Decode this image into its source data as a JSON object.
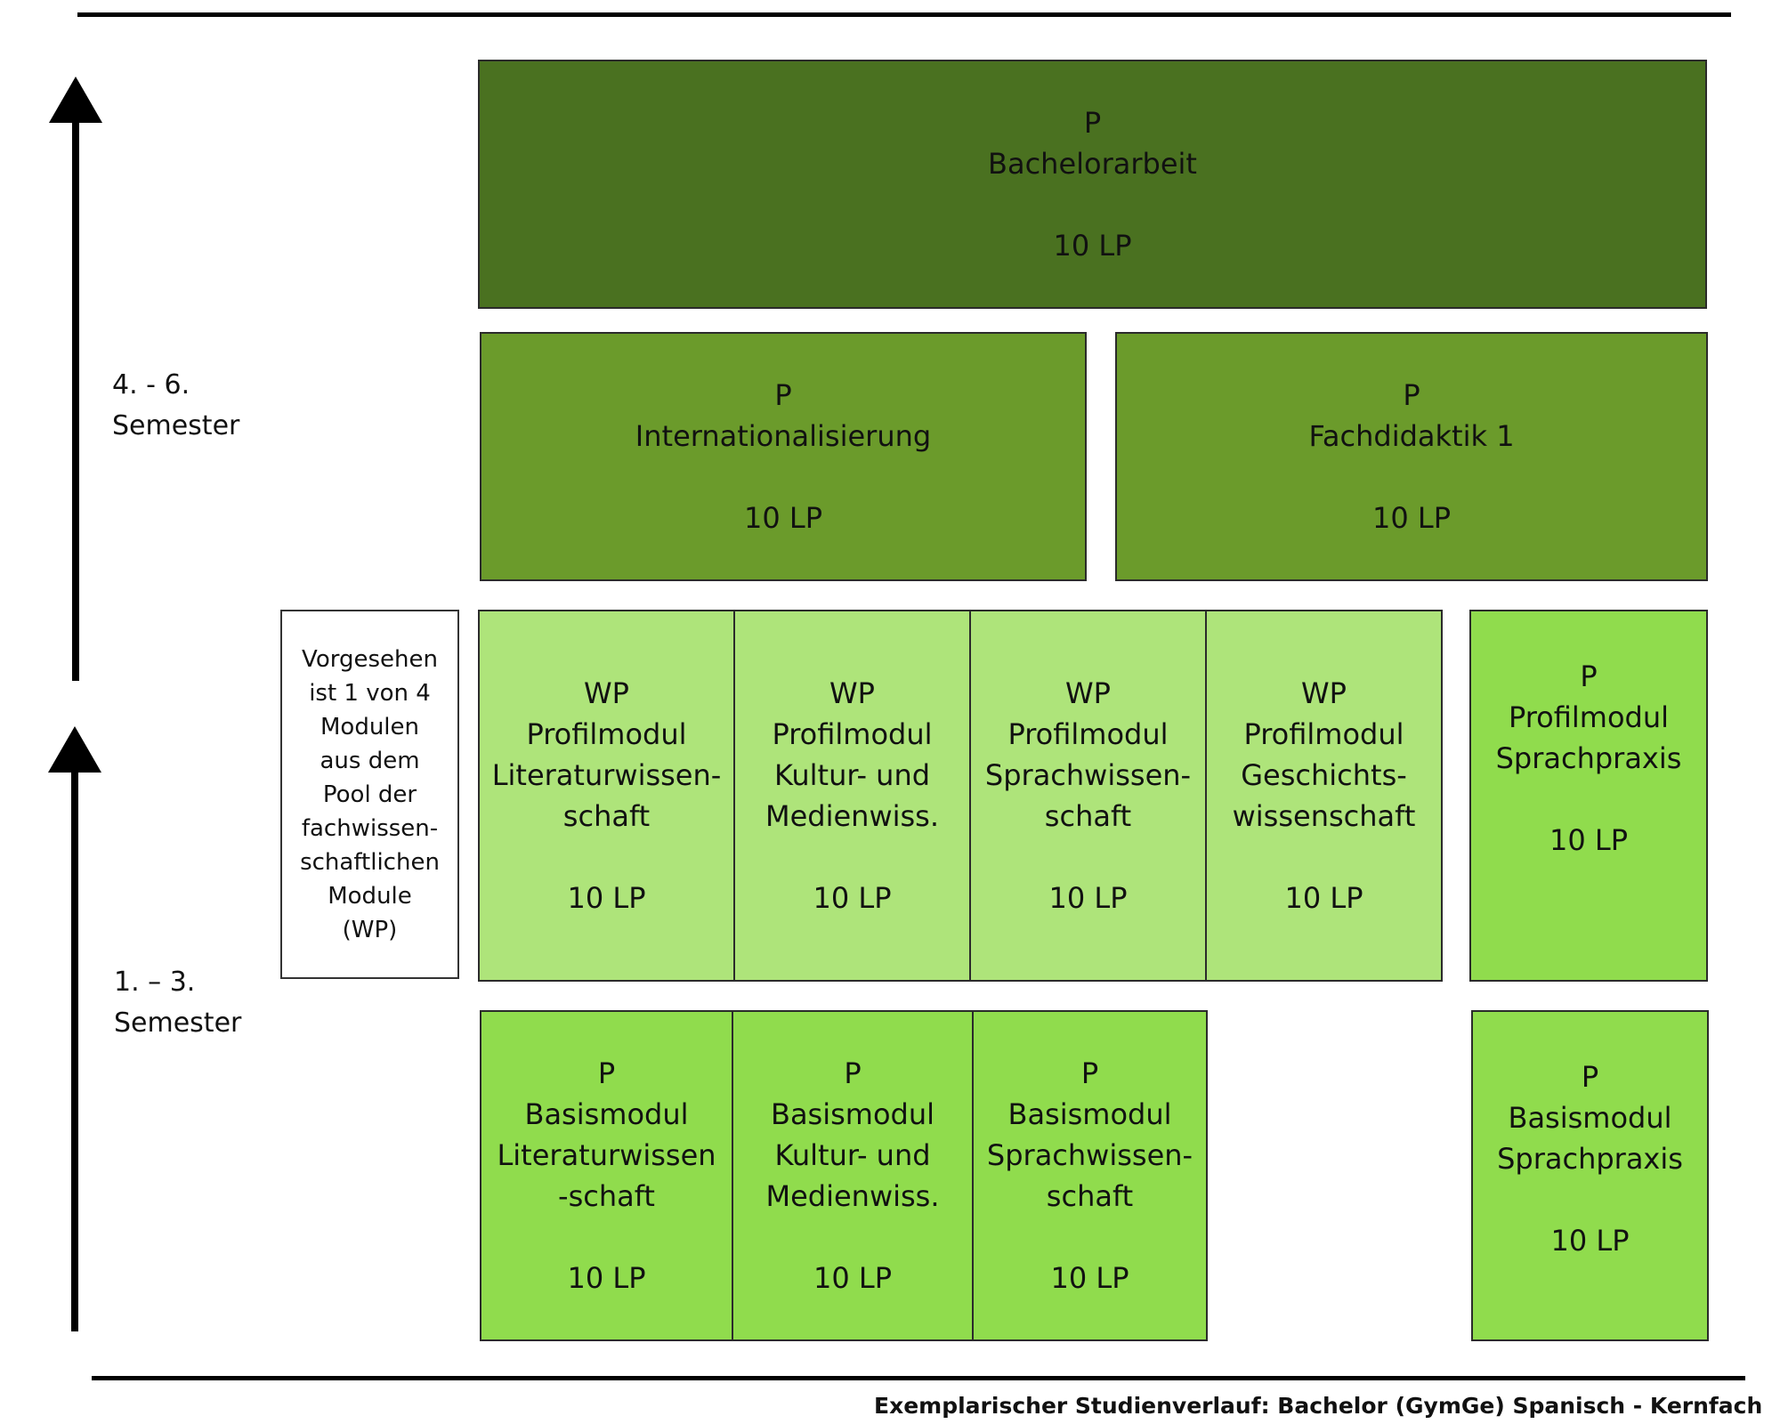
{
  "semester_labels": {
    "upper": [
      "4. - 6.",
      "Semester"
    ],
    "lower": [
      "1. – 3.",
      "Semester"
    ]
  },
  "modules": {
    "bachelorarbeit": {
      "type": "P",
      "name": [
        "Bachelorarbeit"
      ],
      "lp": "10 LP"
    },
    "internationalisierung": {
      "type": "P",
      "name": [
        "Internationalisierung"
      ],
      "lp": "10 LP"
    },
    "fachdidaktik1": {
      "type": "P",
      "name": [
        "Fachdidaktik 1"
      ],
      "lp": "10 LP"
    },
    "profil_literatur": {
      "type": "WP",
      "name": [
        "Profilmodul",
        "Literaturwissen-",
        "schaft"
      ],
      "lp": "10 LP"
    },
    "profil_kultur": {
      "type": "WP",
      "name": [
        "Profilmodul",
        "Kultur- und",
        "Medienwiss."
      ],
      "lp": "10 LP"
    },
    "profil_sprach": {
      "type": "WP",
      "name": [
        "Profilmodul",
        "Sprachwissen-",
        "schaft"
      ],
      "lp": "10 LP"
    },
    "profil_geschichte": {
      "type": "WP",
      "name": [
        "Profilmodul",
        "Geschichts-",
        "wissenschaft"
      ],
      "lp": "10 LP"
    },
    "profil_sprachpraxis": {
      "type": "P",
      "name": [
        "Profilmodul",
        "Sprachpraxis"
      ],
      "lp": "10 LP"
    },
    "basis_literatur": {
      "type": "P",
      "name": [
        "Basismodul",
        "Literaturwissen",
        "-schaft"
      ],
      "lp": "10 LP"
    },
    "basis_kultur": {
      "type": "P",
      "name": [
        "Basismodul",
        "Kultur- und",
        "Medienwiss."
      ],
      "lp": "10 LP"
    },
    "basis_sprach": {
      "type": "P",
      "name": [
        "Basismodul",
        "Sprachwissen-",
        "schaft"
      ],
      "lp": "10 LP"
    },
    "basis_sprachpraxis": {
      "type": "P",
      "name": [
        "Basismodul",
        "Sprachpraxis"
      ],
      "lp": "10 LP"
    }
  },
  "wp_note": [
    "Vorgesehen",
    "ist 1 von 4",
    "Modulen",
    "aus dem",
    "Pool der",
    "fachwissen-",
    "schaftlichen",
    "Module",
    "(WP)"
  ],
  "caption": "Exemplarischer Studienverlauf: Bachelor (GymGe) Spanisch - Kernfach",
  "colors": {
    "dark_green": "#4a7120",
    "mid_green": "#6b9b2b",
    "light_green": "#aee47a",
    "bright_green": "#90dc4d"
  }
}
